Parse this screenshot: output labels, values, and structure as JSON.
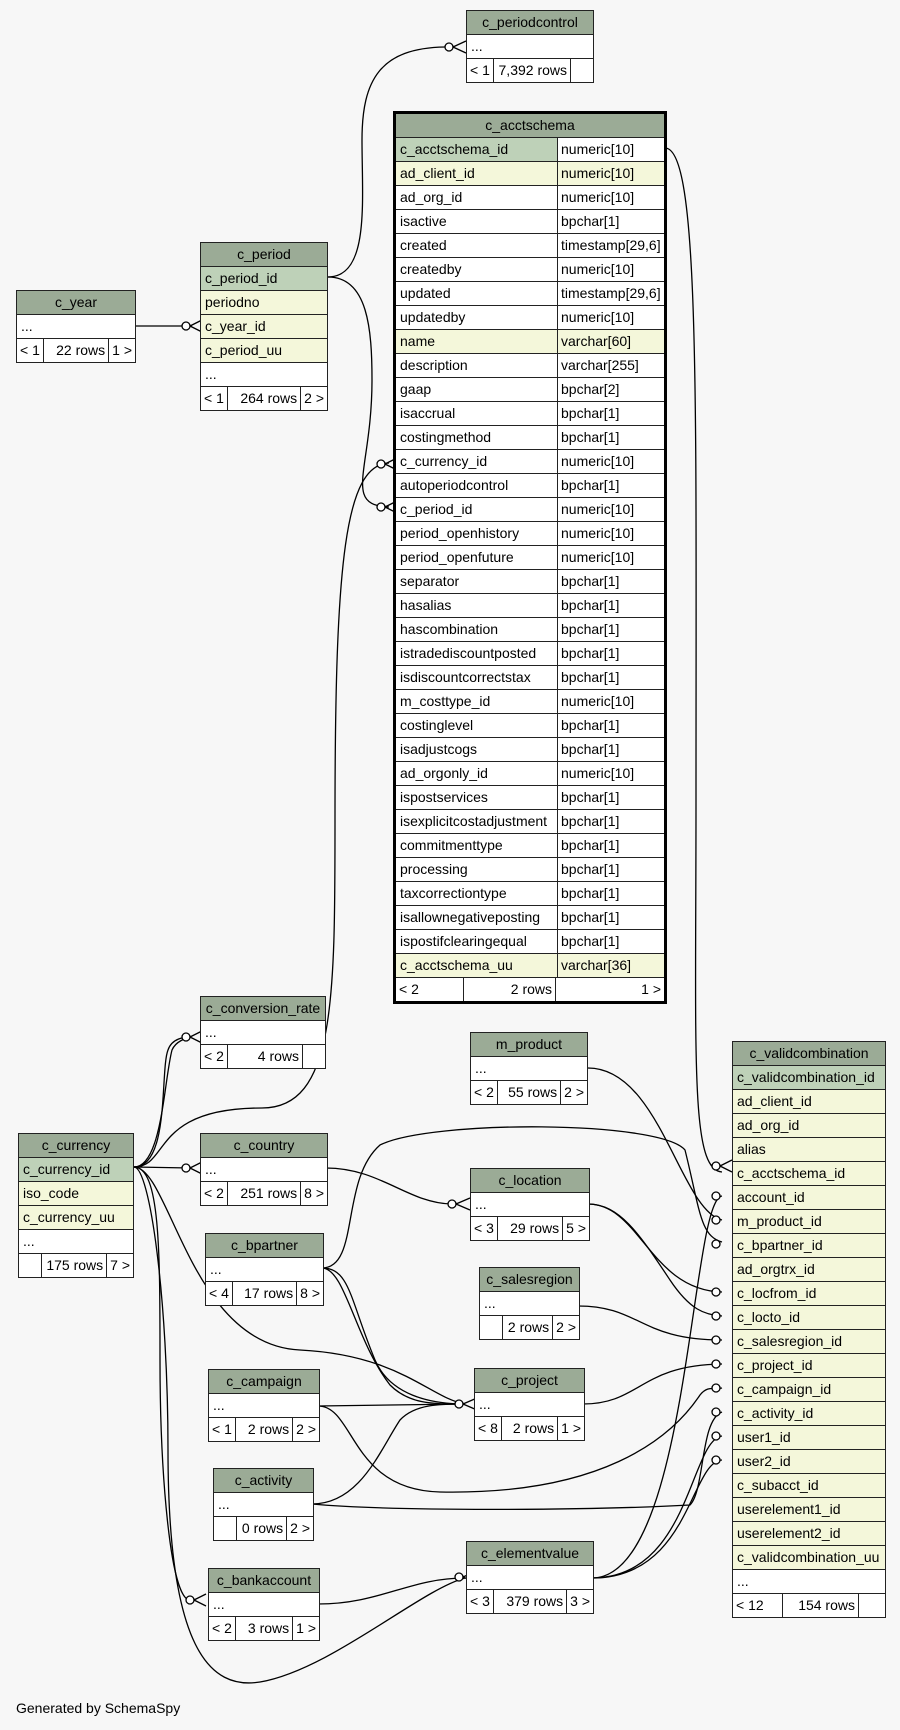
{
  "footer": "Generated by SchemaSpy",
  "colors": {
    "header": "#9bab96",
    "primary_key": "#bed1b8",
    "indexed": "#f4f7da",
    "background": "#f7f7f7"
  },
  "tables": {
    "c_periodcontrol": {
      "name": "c_periodcontrol",
      "ellipsis": "...",
      "parents": "< 1",
      "rows": "7,392 rows",
      "children": ""
    },
    "c_acctschema": {
      "name": "c_acctschema",
      "columns": [
        {
          "name": "c_acctschema_id",
          "type": "numeric[10]"
        },
        {
          "name": "ad_client_id",
          "type": "numeric[10]"
        },
        {
          "name": "ad_org_id",
          "type": "numeric[10]"
        },
        {
          "name": "isactive",
          "type": "bpchar[1]"
        },
        {
          "name": "created",
          "type": "timestamp[29,6]"
        },
        {
          "name": "createdby",
          "type": "numeric[10]"
        },
        {
          "name": "updated",
          "type": "timestamp[29,6]"
        },
        {
          "name": "updatedby",
          "type": "numeric[10]"
        },
        {
          "name": "name",
          "type": "varchar[60]"
        },
        {
          "name": "description",
          "type": "varchar[255]"
        },
        {
          "name": "gaap",
          "type": "bpchar[2]"
        },
        {
          "name": "isaccrual",
          "type": "bpchar[1]"
        },
        {
          "name": "costingmethod",
          "type": "bpchar[1]"
        },
        {
          "name": "c_currency_id",
          "type": "numeric[10]"
        },
        {
          "name": "autoperiodcontrol",
          "type": "bpchar[1]"
        },
        {
          "name": "c_period_id",
          "type": "numeric[10]"
        },
        {
          "name": "period_openhistory",
          "type": "numeric[10]"
        },
        {
          "name": "period_openfuture",
          "type": "numeric[10]"
        },
        {
          "name": "separator",
          "type": "bpchar[1]"
        },
        {
          "name": "hasalias",
          "type": "bpchar[1]"
        },
        {
          "name": "hascombination",
          "type": "bpchar[1]"
        },
        {
          "name": "istradediscountposted",
          "type": "bpchar[1]"
        },
        {
          "name": "isdiscountcorrectstax",
          "type": "bpchar[1]"
        },
        {
          "name": "m_costtype_id",
          "type": "numeric[10]"
        },
        {
          "name": "costinglevel",
          "type": "bpchar[1]"
        },
        {
          "name": "isadjustcogs",
          "type": "bpchar[1]"
        },
        {
          "name": "ad_orgonly_id",
          "type": "numeric[10]"
        },
        {
          "name": "ispostservices",
          "type": "bpchar[1]"
        },
        {
          "name": "isexplicitcostadjustment",
          "type": "bpchar[1]"
        },
        {
          "name": "commitmenttype",
          "type": "bpchar[1]"
        },
        {
          "name": "processing",
          "type": "bpchar[1]"
        },
        {
          "name": "taxcorrectiontype",
          "type": "bpchar[1]"
        },
        {
          "name": "isallownegativeposting",
          "type": "bpchar[1]"
        },
        {
          "name": "ispostifclearingequal",
          "type": "bpchar[1]"
        },
        {
          "name": "c_acctschema_uu",
          "type": "varchar[36]"
        }
      ],
      "parents": "< 2",
      "rows": "2 rows",
      "children": "1 >"
    },
    "c_period": {
      "name": "c_period",
      "cols": [
        "c_period_id",
        "periodno",
        "c_year_id",
        "c_period_uu"
      ],
      "ellipsis": "...",
      "parents": "< 1",
      "rows": "264 rows",
      "children": "2 >"
    },
    "c_year": {
      "name": "c_year",
      "ellipsis": "...",
      "parents": "< 1",
      "rows": "22 rows",
      "children": "1 >"
    },
    "c_conversion_rate": {
      "name": "c_conversion_rate",
      "ellipsis": "...",
      "parents": "< 2",
      "rows": "4 rows",
      "children": ""
    },
    "m_product": {
      "name": "m_product",
      "ellipsis": "...",
      "parents": "< 2",
      "rows": "55 rows",
      "children": "2 >"
    },
    "c_currency": {
      "name": "c_currency",
      "cols": [
        "c_currency_id",
        "iso_code",
        "c_currency_uu"
      ],
      "ellipsis": "...",
      "parents": "",
      "rows": "175 rows",
      "children": "7 >"
    },
    "c_country": {
      "name": "c_country",
      "ellipsis": "...",
      "parents": "< 2",
      "rows": "251 rows",
      "children": "8 >"
    },
    "c_location": {
      "name": "c_location",
      "ellipsis": "...",
      "parents": "< 3",
      "rows": "29 rows",
      "children": "5 >"
    },
    "c_bpartner": {
      "name": "c_bpartner",
      "ellipsis": "...",
      "parents": "< 4",
      "rows": "17 rows",
      "children": "8 >"
    },
    "c_salesregion": {
      "name": "c_salesregion",
      "ellipsis": "...",
      "parents": "",
      "rows": "2 rows",
      "children": "2 >"
    },
    "c_campaign": {
      "name": "c_campaign",
      "ellipsis": "...",
      "parents": "< 1",
      "rows": "2 rows",
      "children": "2 >"
    },
    "c_project": {
      "name": "c_project",
      "ellipsis": "...",
      "parents": "< 8",
      "rows": "2 rows",
      "children": "1 >"
    },
    "c_activity": {
      "name": "c_activity",
      "ellipsis": "...",
      "parents": "",
      "rows": "0 rows",
      "children": "2 >"
    },
    "c_bankaccount": {
      "name": "c_bankaccount",
      "ellipsis": "...",
      "parents": "< 2",
      "rows": "3 rows",
      "children": "1 >"
    },
    "c_elementvalue": {
      "name": "c_elementvalue",
      "ellipsis": "...",
      "parents": "< 3",
      "rows": "379 rows",
      "children": "3 >"
    },
    "c_validcombination": {
      "name": "c_validcombination",
      "cols": [
        "c_validcombination_id",
        "ad_client_id",
        "ad_org_id",
        "alias",
        "c_acctschema_id",
        "account_id",
        "m_product_id",
        "c_bpartner_id",
        "ad_orgtrx_id",
        "c_locfrom_id",
        "c_locto_id",
        "c_salesregion_id",
        "c_project_id",
        "c_campaign_id",
        "c_activity_id",
        "user1_id",
        "user2_id",
        "c_subacct_id",
        "userelement1_id",
        "userelement2_id",
        "c_validcombination_uu"
      ],
      "ellipsis": "...",
      "parents": "< 12",
      "rows": "154 rows",
      "children": ""
    }
  }
}
